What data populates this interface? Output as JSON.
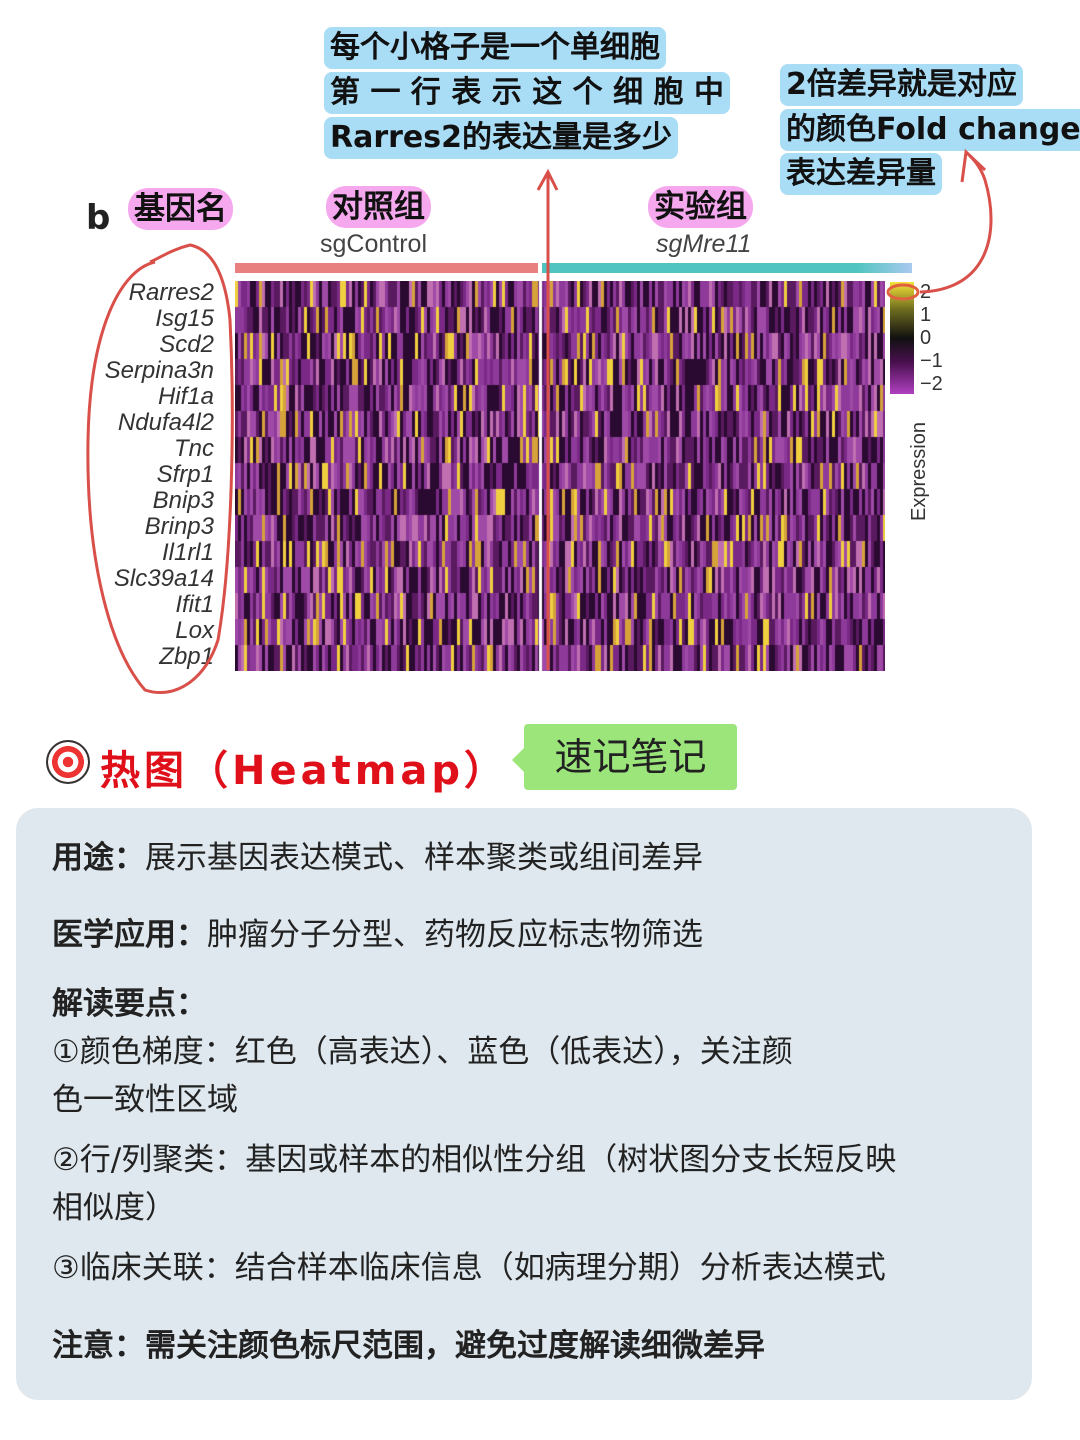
{
  "annotations": {
    "cell_note": [
      "每个小格子是一个单细胞",
      "第 一 行 表 示 这 个 细 胞 中",
      "Rarres2的表达量是多少"
    ],
    "fold_note": [
      "2倍差异就是对应",
      "的颜色Fold change",
      "表达差异量"
    ],
    "gene_name_tag": "基因名",
    "control_tag": "对照组",
    "experiment_tag": "实验组"
  },
  "figure": {
    "panel_label": "b",
    "groups": [
      "sgControl",
      "sgMre11"
    ],
    "group_colors": [
      "#e88080",
      "#4fc4c0"
    ],
    "genes": [
      "Rarres2",
      "Isg15",
      "Scd2",
      "Serpina3n",
      "Hif1a",
      "Ndufa4l2",
      "Tnc",
      "Sfrp1",
      "Bnip3",
      "Brinp3",
      "Il1rl1",
      "Slc39a14",
      "Ifit1",
      "Lox",
      "Zbp1"
    ],
    "scale_ticks": [
      "2",
      "1",
      "0",
      "−1",
      "−2"
    ],
    "scale_label": "Expression",
    "scale_colors": [
      "#f7e33a",
      "#6b6a1e",
      "#111111",
      "#4a1050",
      "#b040c0"
    ]
  },
  "section": {
    "title": "热图（Heatmap）",
    "badge": "速记笔记",
    "title_color": "#e0101a",
    "badge_color": "#9be57a"
  },
  "card": {
    "usage_label": "用途：",
    "usage_text": "展示基因表达模式、样本聚类或组间差异",
    "medical_label": "医学应用：",
    "medical_text": "肿瘤分子分型、药物反应标志物筛选",
    "points_label": "解读要点：",
    "point1a": "①颜色梯度：红色（高表达）、蓝色（低表达），关注颜",
    "point1b": "色一致性区域",
    "point2a": "②行/列聚类：基因或样本的相似性分组（树状图分支长短反映",
    "point2b": "相似度）",
    "point3": "③临床关联：结合样本临床信息（如病理分期）分析表达模式",
    "caution": "注意：需关注颜色标尺范围，避免过度解读细微差异"
  }
}
